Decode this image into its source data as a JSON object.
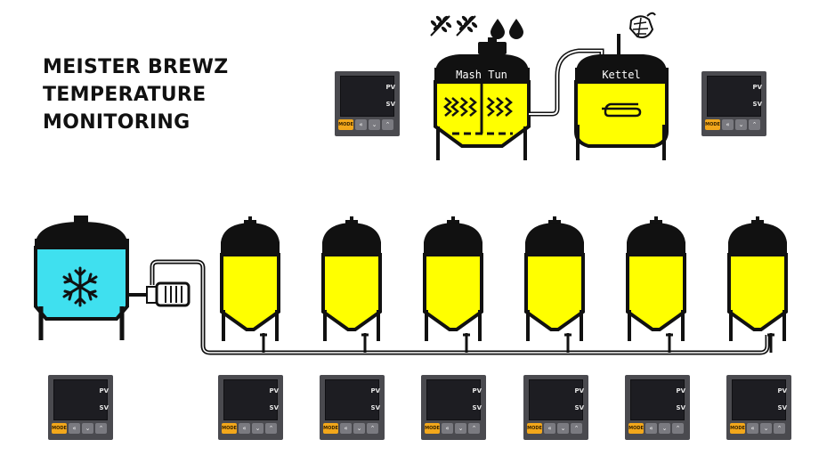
{
  "title": {
    "line1": "MEISTER BREWZ",
    "line2": "TEMPERATURE",
    "line3": "MONITORING"
  },
  "vessels": {
    "mash_tun": "Mash Tun",
    "kettle": "Kettel"
  },
  "controller": {
    "pv": "PV",
    "sv": "SV",
    "mode": "MODE"
  },
  "icons": [
    "wheat-icon",
    "water-drop-icon",
    "hop-icon",
    "snowflake-icon",
    "pump-motor-icon"
  ],
  "colors": {
    "liquid": "#ffff00",
    "chiller": "#3fe0ef",
    "tank_outline": "#000000",
    "controller_body": "#4a4a4f",
    "mode_button": "#f2a71b"
  }
}
